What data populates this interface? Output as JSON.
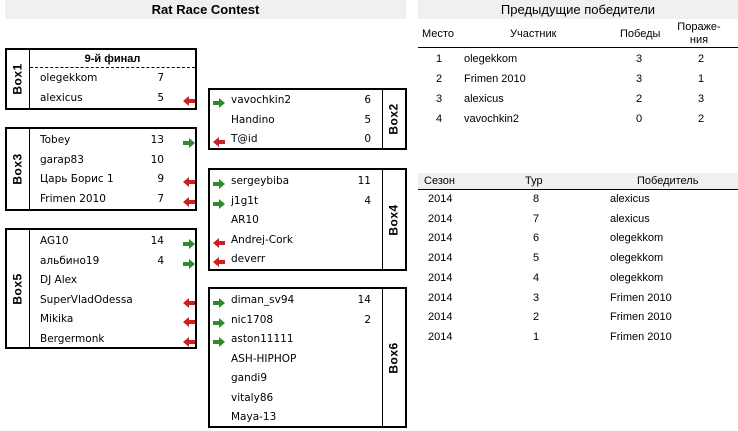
{
  "titles": {
    "main": "Rat Race Contest",
    "previous": "Предыдущие победители"
  },
  "colors": {
    "up": "#2e8b2e",
    "down": "#cc2020"
  },
  "box1": {
    "label": "Box1",
    "header": "9-й финал",
    "rows": [
      {
        "name": "olegekkom",
        "score": "7",
        "arrow": ""
      },
      {
        "name": "alexicus",
        "score": "5",
        "arrow": "down"
      }
    ]
  },
  "box2": {
    "label": "Box2",
    "rows": [
      {
        "name": "vavochkin2",
        "score": "6",
        "arrow": "up"
      },
      {
        "name": "Handino",
        "score": "5",
        "arrow": ""
      },
      {
        "name": "T@id",
        "score": "0",
        "arrow": "down"
      }
    ]
  },
  "box3": {
    "label": "Box3",
    "rows": [
      {
        "name": "Tobey",
        "score": "13",
        "arrow": "up"
      },
      {
        "name": "garap83",
        "score": "10",
        "arrow": ""
      },
      {
        "name": "Царь Борис 1",
        "score": "9",
        "arrow": "down"
      },
      {
        "name": "Frimen 2010",
        "score": "7",
        "arrow": "down"
      }
    ]
  },
  "box4": {
    "label": "Box4",
    "rows": [
      {
        "name": "sergeybiba",
        "score": "11",
        "arrow": "up"
      },
      {
        "name": "j1g1t",
        "score": "4",
        "arrow": "up"
      },
      {
        "name": "AR10",
        "score": "",
        "arrow": ""
      },
      {
        "name": "Andrej-Cork",
        "score": "",
        "arrow": "down"
      },
      {
        "name": "deverr",
        "score": "",
        "arrow": "down"
      }
    ]
  },
  "box5": {
    "label": "Box5",
    "rows": [
      {
        "name": "AG10",
        "score": "14",
        "arrow": "up"
      },
      {
        "name": "альбино19",
        "score": "4",
        "arrow": "up"
      },
      {
        "name": "DJ Alex",
        "score": "",
        "arrow": ""
      },
      {
        "name": "SuperVladOdessa",
        "score": "",
        "arrow": "down"
      },
      {
        "name": "Mikika",
        "score": "",
        "arrow": "down"
      },
      {
        "name": "Bergermonk",
        "score": "",
        "arrow": "down"
      }
    ]
  },
  "box6": {
    "label": "Box6",
    "rows": [
      {
        "name": "diman_sv94",
        "score": "14",
        "arrow": "up"
      },
      {
        "name": "nic1708",
        "score": "2",
        "arrow": "up"
      },
      {
        "name": "aston11111",
        "score": "",
        "arrow": "up"
      },
      {
        "name": "ASH-HIPHOP",
        "score": "",
        "arrow": ""
      },
      {
        "name": "gandi9",
        "score": "",
        "arrow": ""
      },
      {
        "name": "vitaly86",
        "score": "",
        "arrow": ""
      },
      {
        "name": "Maya-13",
        "score": "",
        "arrow": ""
      }
    ]
  },
  "standings": {
    "headers": {
      "place": "Место",
      "player": "Участник",
      "wins": "Победы",
      "losses": "Пораже-\nния"
    },
    "rows": [
      {
        "place": "1",
        "player": "olegekkom",
        "wins": "3",
        "losses": "2"
      },
      {
        "place": "2",
        "player": "Frimen 2010",
        "wins": "3",
        "losses": "1"
      },
      {
        "place": "3",
        "player": "alexicus",
        "wins": "2",
        "losses": "3"
      },
      {
        "place": "4",
        "player": "vavochkin2",
        "wins": "0",
        "losses": "2"
      }
    ]
  },
  "history": {
    "headers": {
      "season": "Сезон",
      "round": "Тур",
      "winner": "Победитель"
    },
    "rows": [
      {
        "season": "2014",
        "round": "8",
        "winner": "alexicus"
      },
      {
        "season": "2014",
        "round": "7",
        "winner": "alexicus"
      },
      {
        "season": "2014",
        "round": "6",
        "winner": "olegekkom"
      },
      {
        "season": "2014",
        "round": "5",
        "winner": "olegekkom"
      },
      {
        "season": "2014",
        "round": "4",
        "winner": "olegekkom"
      },
      {
        "season": "2014",
        "round": "3",
        "winner": "Frimen 2010"
      },
      {
        "season": "2014",
        "round": "2",
        "winner": "Frimen 2010"
      },
      {
        "season": "2014",
        "round": "1",
        "winner": "Frimen 2010"
      }
    ]
  }
}
